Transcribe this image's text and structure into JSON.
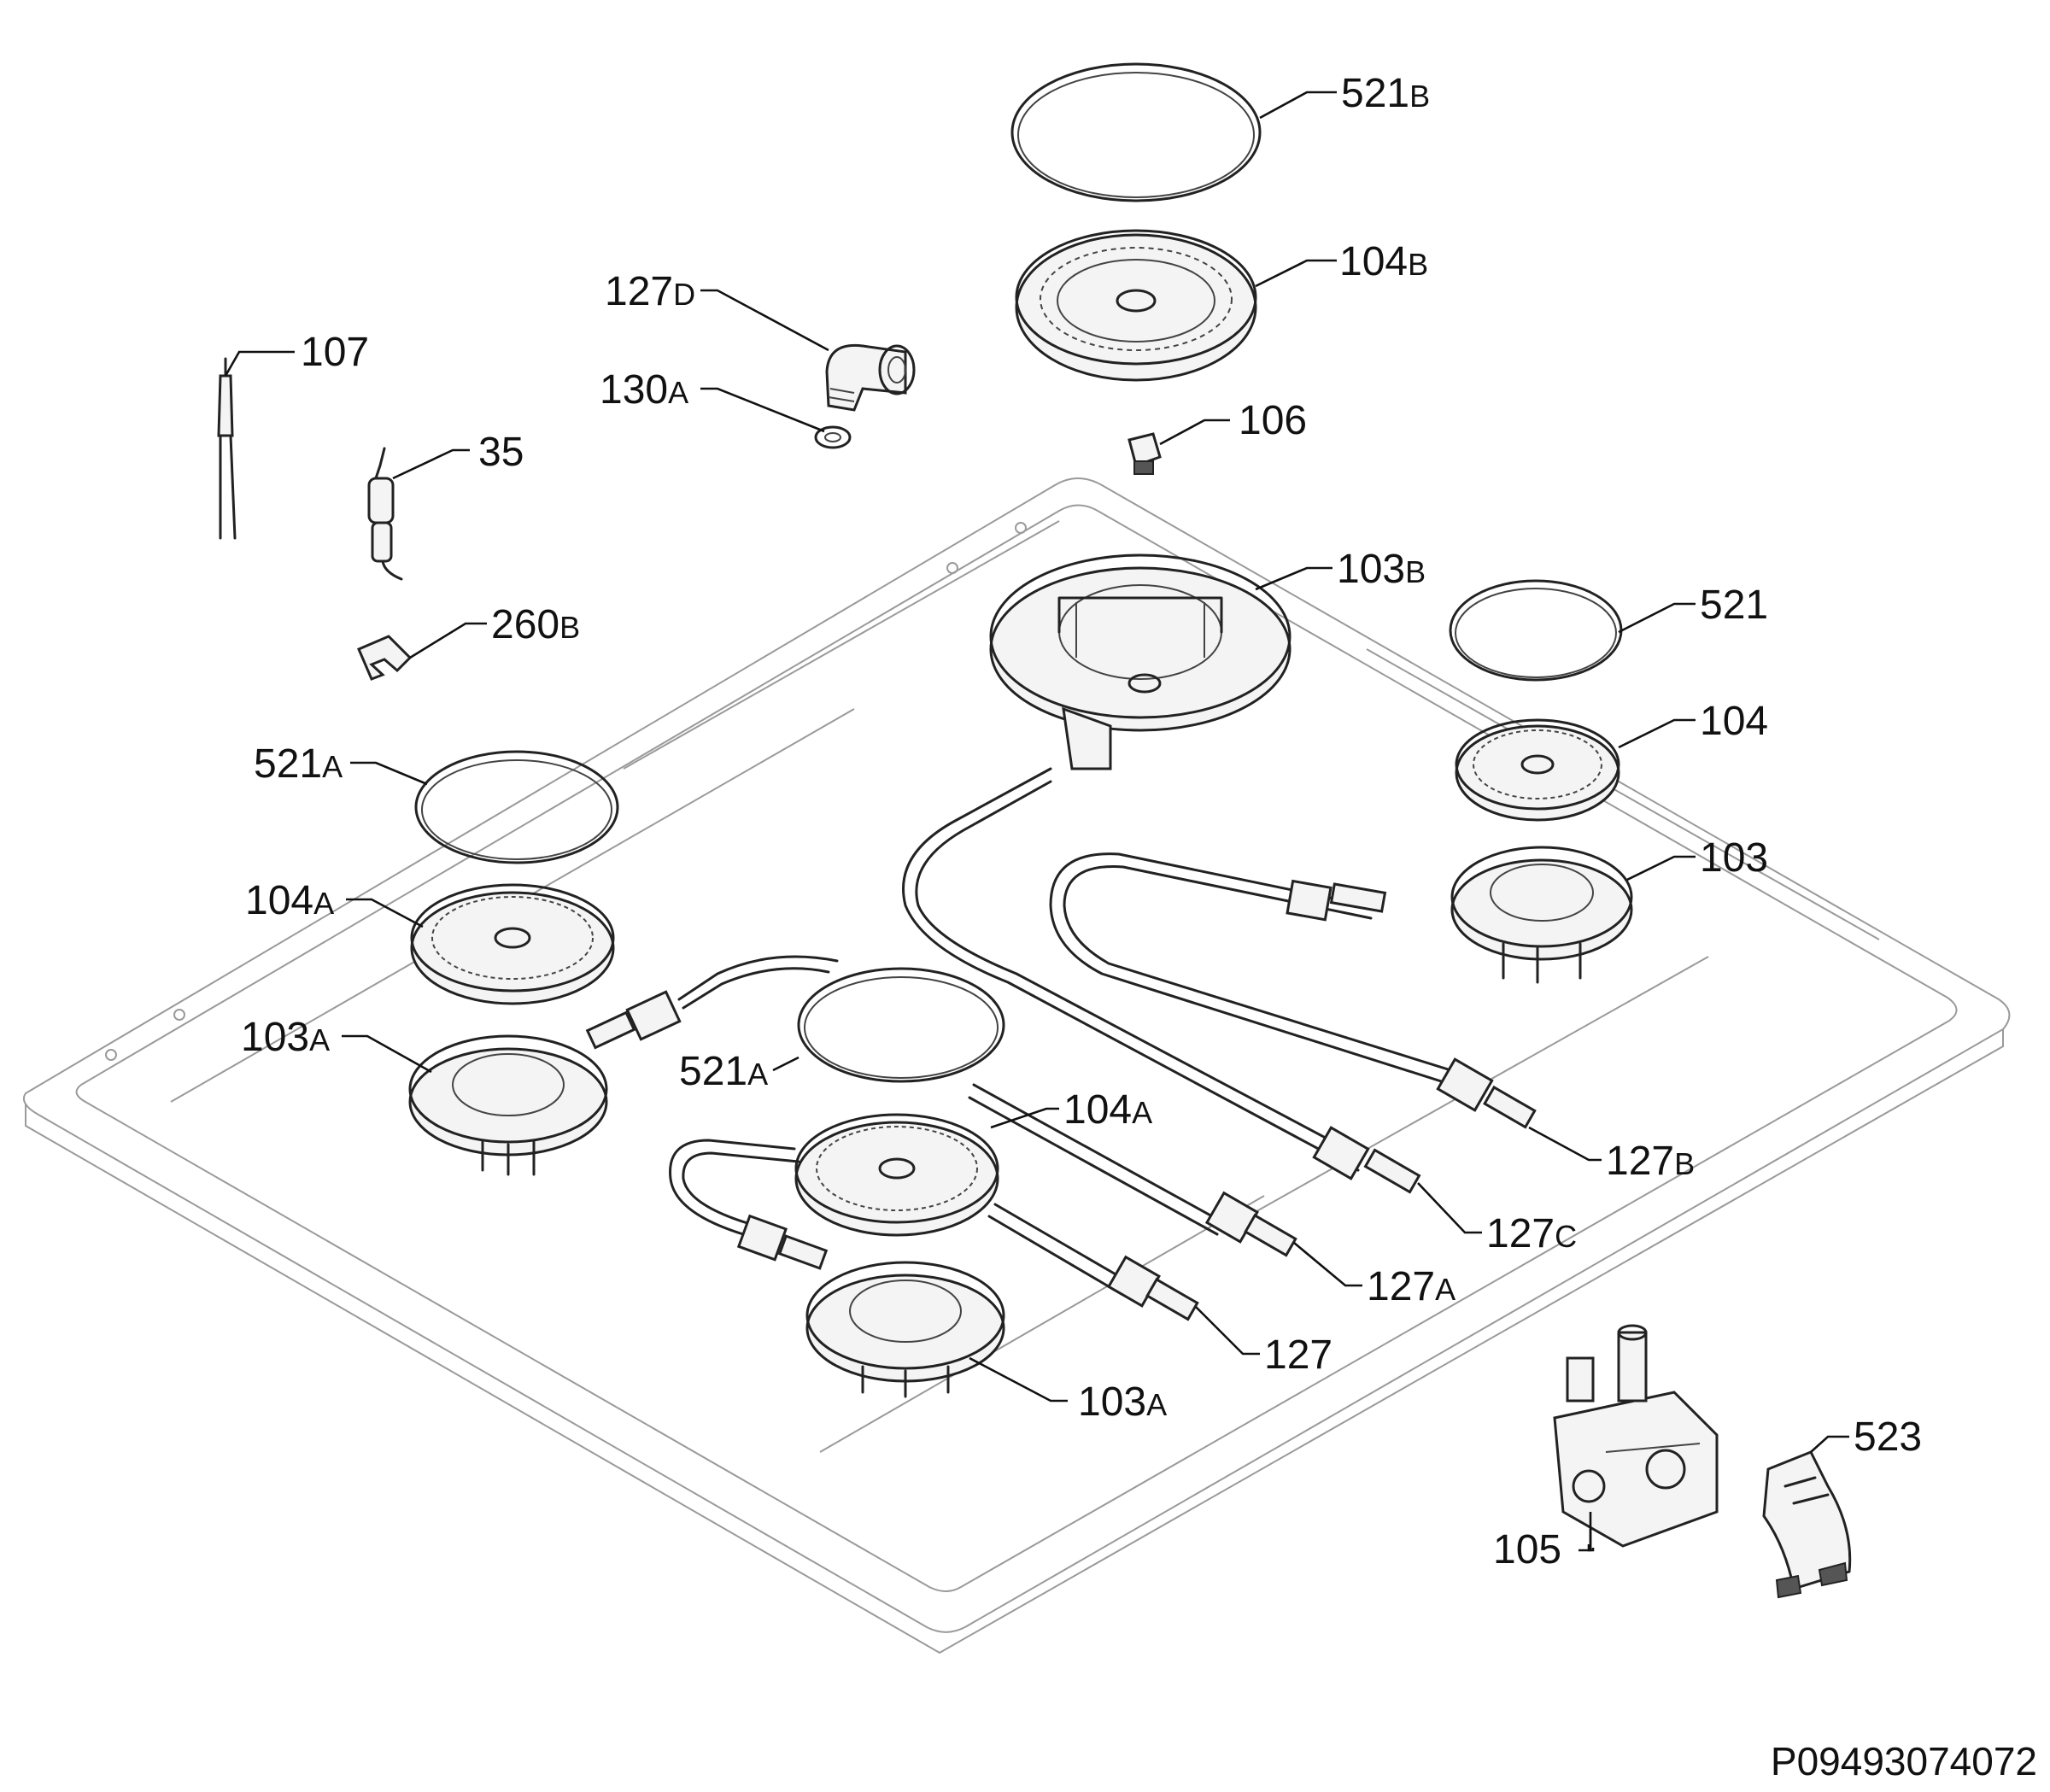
{
  "diagram_code": "P09493074072",
  "labels": {
    "p521B": {
      "num": "521",
      "sub": "B"
    },
    "p104B": {
      "num": "104",
      "sub": "B"
    },
    "p127D": {
      "num": "127",
      "sub": "D"
    },
    "p130A": {
      "num": "130",
      "sub": "A"
    },
    "p107": {
      "num": "107",
      "sub": ""
    },
    "p106": {
      "num": "106",
      "sub": ""
    },
    "p35": {
      "num": "35",
      "sub": ""
    },
    "p103B": {
      "num": "103",
      "sub": "B"
    },
    "p260B": {
      "num": "260",
      "sub": "B"
    },
    "p521": {
      "num": "521",
      "sub": ""
    },
    "p104": {
      "num": "104",
      "sub": ""
    },
    "p521A_left": {
      "num": "521",
      "sub": "A"
    },
    "p103": {
      "num": "103",
      "sub": ""
    },
    "p104A_left": {
      "num": "104",
      "sub": "A"
    },
    "p103A_left": {
      "num": "103",
      "sub": "A"
    },
    "p521A_mid": {
      "num": "521",
      "sub": "A"
    },
    "p104A_mid": {
      "num": "104",
      "sub": "A"
    },
    "p127B": {
      "num": "127",
      "sub": "B"
    },
    "p127C": {
      "num": "127",
      "sub": "C"
    },
    "p127A": {
      "num": "127",
      "sub": "A"
    },
    "p127": {
      "num": "127",
      "sub": ""
    },
    "p103A_mid": {
      "num": "103",
      "sub": "A"
    },
    "p523": {
      "num": "523",
      "sub": ""
    },
    "p105": {
      "num": "105",
      "sub": ""
    }
  }
}
